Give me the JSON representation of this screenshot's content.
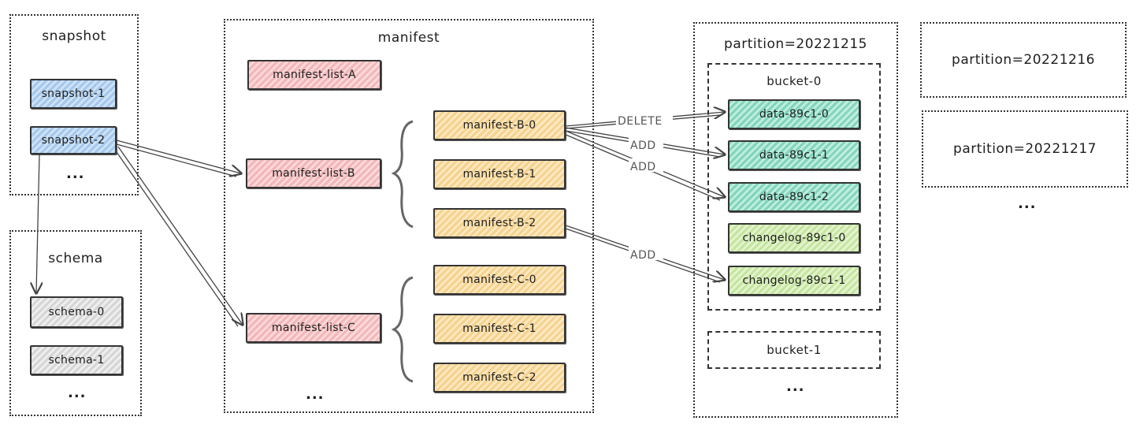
{
  "snapshot": {
    "title": "snapshot",
    "items": [
      "snapshot-1",
      "snapshot-2"
    ],
    "ellipsis": "..."
  },
  "schema": {
    "title": "schema",
    "items": [
      "schema-0",
      "schema-1"
    ],
    "ellipsis": "..."
  },
  "manifest": {
    "title": "manifest",
    "lists": [
      "manifest-list-A",
      "manifest-list-B",
      "manifest-list-C"
    ],
    "b_files": [
      "manifest-B-0",
      "manifest-B-1",
      "manifest-B-2"
    ],
    "c_files": [
      "manifest-C-0",
      "manifest-C-1",
      "manifest-C-2"
    ],
    "ellipsis": "..."
  },
  "partition_main": {
    "title": "partition=20221215",
    "bucket0": {
      "title": "bucket-0",
      "files": [
        "data-89c1-0",
        "data-89c1-1",
        "data-89c1-2",
        "changelog-89c1-0",
        "changelog-89c1-1"
      ]
    },
    "bucket1": {
      "title": "bucket-1"
    },
    "ellipsis": "..."
  },
  "other_partitions": [
    "partition=20221216",
    "partition=20221217"
  ],
  "other_ellipsis": "...",
  "edge_labels": {
    "delete": "DELETE",
    "add1": "ADD",
    "add2": "ADD",
    "add3": "ADD"
  },
  "colors": {
    "snapshot": "#a5c8ec",
    "manifest_list": "#f3b6b8",
    "manifest_file": "#f6d28b",
    "data_file": "#7fd6bb",
    "changelog_file": "#c5e59f",
    "schema": "#d6d6d6"
  }
}
